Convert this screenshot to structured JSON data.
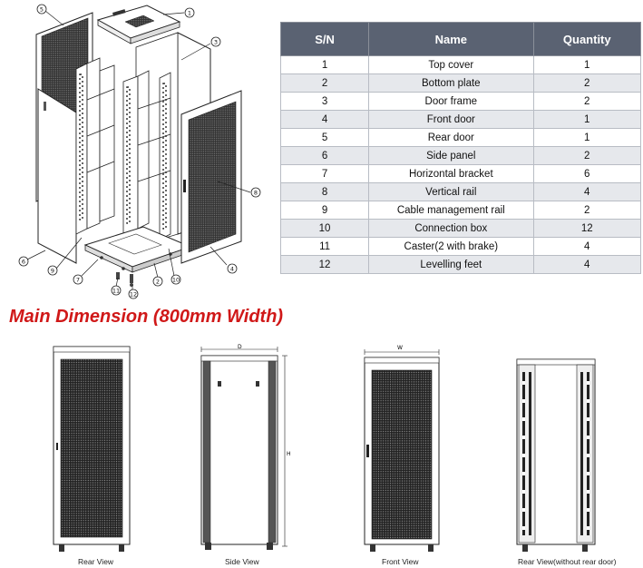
{
  "parts_table": {
    "headers": {
      "sn": "S/N",
      "name": "Name",
      "quantity": "Quantity"
    },
    "rows": [
      {
        "sn": "1",
        "name": "Top cover",
        "quantity": "1"
      },
      {
        "sn": "2",
        "name": "Bottom plate",
        "quantity": "2"
      },
      {
        "sn": "3",
        "name": "Door frame",
        "quantity": "2"
      },
      {
        "sn": "4",
        "name": "Front door",
        "quantity": "1"
      },
      {
        "sn": "5",
        "name": "Rear door",
        "quantity": "1"
      },
      {
        "sn": "6",
        "name": "Side panel",
        "quantity": "2"
      },
      {
        "sn": "7",
        "name": "Horizontal bracket",
        "quantity": "6"
      },
      {
        "sn": "8",
        "name": "Vertical rail",
        "quantity": "4"
      },
      {
        "sn": "9",
        "name": "Cable management  rail",
        "quantity": "2"
      },
      {
        "sn": "10",
        "name": "Connection box",
        "quantity": "12"
      },
      {
        "sn": "11",
        "name": "Caster(2 with brake)",
        "quantity": "4"
      },
      {
        "sn": "12",
        "name": "Levelling feet",
        "quantity": "4"
      }
    ]
  },
  "exploded_view": {
    "callouts": [
      "1",
      "2",
      "3",
      "4",
      "5",
      "6",
      "7",
      "8",
      "9",
      "10",
      "11",
      "12"
    ]
  },
  "dimension_section": {
    "heading": "Main Dimension (800mm Width)",
    "dimension_labels": {
      "depth": "D",
      "height": "H",
      "width": "W"
    },
    "views": [
      {
        "label": "Rear View"
      },
      {
        "label": "Side View"
      },
      {
        "label": "Front View"
      },
      {
        "label": "Rear View(without rear door)"
      }
    ]
  }
}
